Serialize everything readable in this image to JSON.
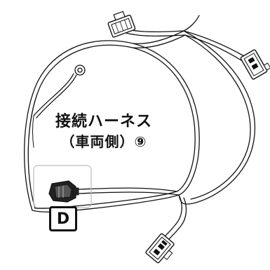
{
  "caption": {
    "line1": "接続ハーネス",
    "line2": "（車両側）⑨"
  },
  "label": {
    "letter": "D"
  },
  "colors": {
    "line": "#111111",
    "highlight_box": "#bbbbbb",
    "background": "#ffffff"
  }
}
